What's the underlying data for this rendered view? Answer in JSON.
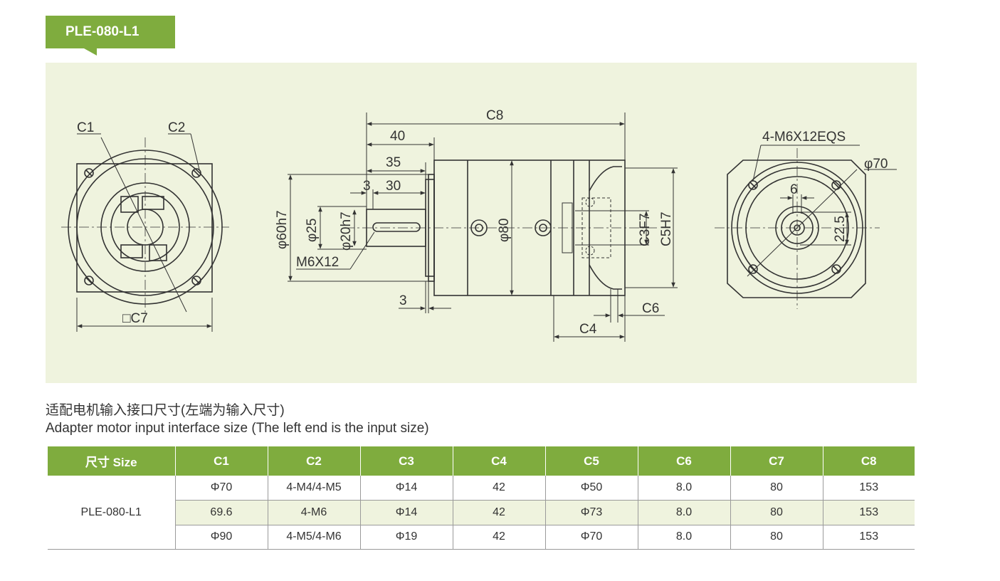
{
  "model_tag": "PLE-080-L1",
  "drawing": {
    "left_view": {
      "c1": "C1",
      "c2": "C2",
      "c7": "□C7"
    },
    "side_view": {
      "c8": "C8",
      "d40": "40",
      "d35": "35",
      "d3a": "3",
      "d30": "30",
      "d60h7": "φ60h7",
      "d25": "φ25",
      "d20h7": "φ20h7",
      "m6x12": "M6X12",
      "d80": "φ80",
      "c3f7": "C3F7",
      "c5h7": "C5H7",
      "d3b": "3",
      "c6": "C6",
      "c4": "C4"
    },
    "right_view": {
      "bolts": "4-M6X12EQS",
      "d70": "φ70",
      "d6": "6",
      "d22_5": "22.5"
    }
  },
  "caption": {
    "cn": "适配电机输入接口尺寸(左端为输入尺寸)",
    "en": "Adapter motor input interface size (The left end is the input size)"
  },
  "table": {
    "headers": [
      "尺寸 Size",
      "C1",
      "C2",
      "C3",
      "C4",
      "C5",
      "C6",
      "C7",
      "C8"
    ],
    "model": "PLE-080-L1",
    "rows": [
      [
        "Φ70",
        "4-M4/4-M5",
        "Φ14",
        "42",
        "Φ50",
        "8.0",
        "80",
        "153"
      ],
      [
        "69.6",
        "4-M6",
        "Φ14",
        "42",
        "Φ73",
        "8.0",
        "80",
        "153"
      ],
      [
        "Φ90",
        "4-M5/4-M6",
        "Φ19",
        "42",
        "Φ70",
        "8.0",
        "80",
        "153"
      ]
    ]
  },
  "colors": {
    "accent": "#7fac3e",
    "panel": "#eff3de",
    "text": "#333333"
  }
}
